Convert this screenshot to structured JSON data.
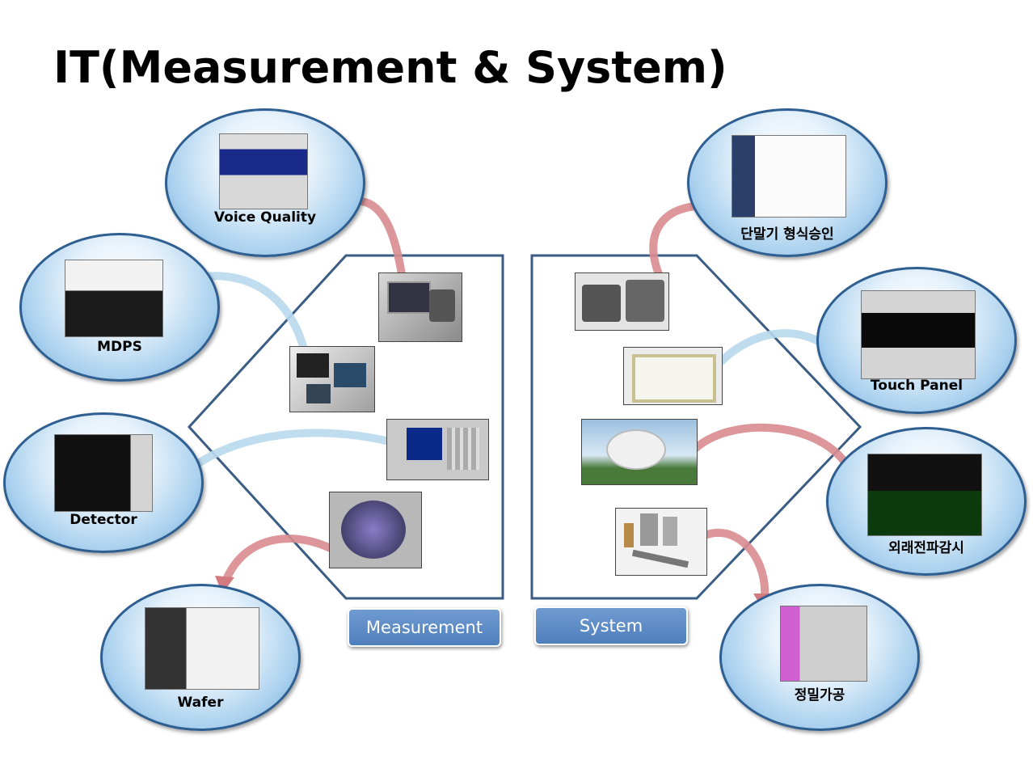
{
  "title": "IT(Measurement & System)",
  "groups": {
    "measurement_label": "Measurement",
    "system_label": "System"
  },
  "measurement_items": [
    "Voice Quality",
    "MDPS",
    "Detector",
    "Wafer"
  ],
  "system_items": [
    "단말기 형식승인",
    "Touch Panel",
    "외래전파감시",
    "정밀가공"
  ],
  "colors": {
    "frame": "#3b5d84",
    "bubble_border": "#2f5f90",
    "button": "#5a88c5",
    "arrow": "#d98c90"
  }
}
